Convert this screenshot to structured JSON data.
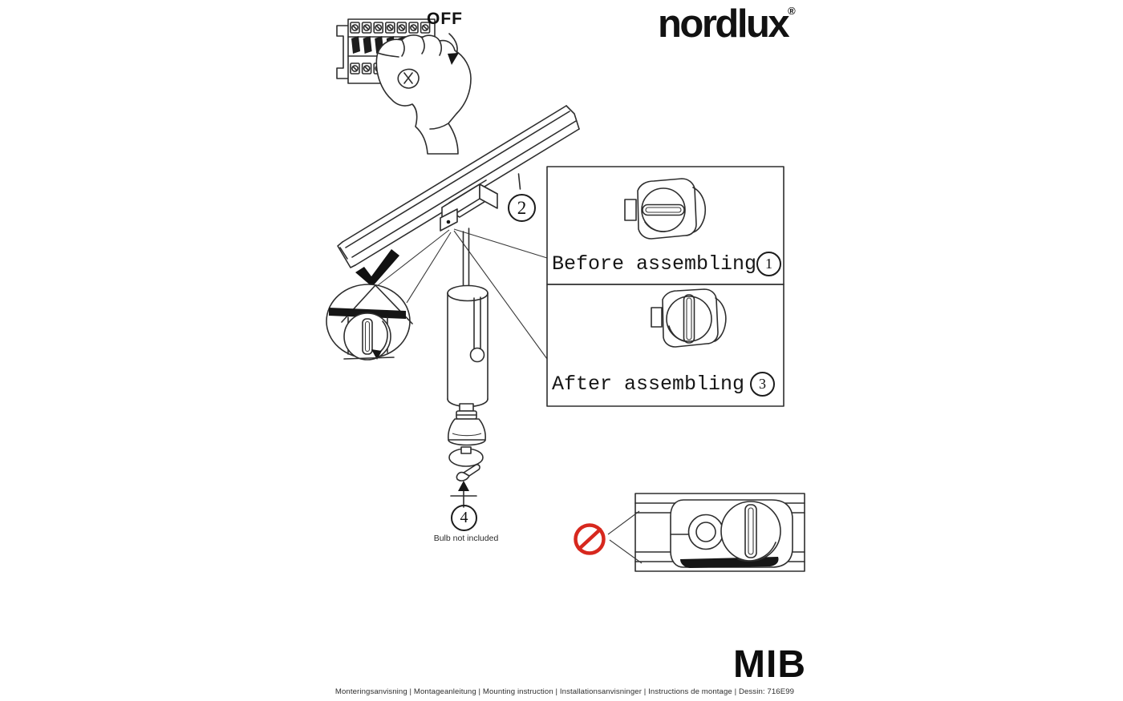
{
  "document": {
    "brand": "nordlux",
    "brand_registered": "®",
    "product": "MIB"
  },
  "power_off": {
    "label": "OFF"
  },
  "assembly": {
    "before_label": "Before assembling",
    "before_step": "1",
    "attach_step": "2",
    "after_label": "After assembling",
    "after_step": "3",
    "bulb_step": "4",
    "bulb_note": "Bulb not included"
  },
  "colors": {
    "line": "#2e2e2e",
    "prohibition_red": "#d7281e"
  },
  "footer": {
    "text": "Monteringsanvisning | Montageanleitung | Mounting instruction | Installationsanvisninger | Instructions de montage | Dessin: 716E99"
  }
}
